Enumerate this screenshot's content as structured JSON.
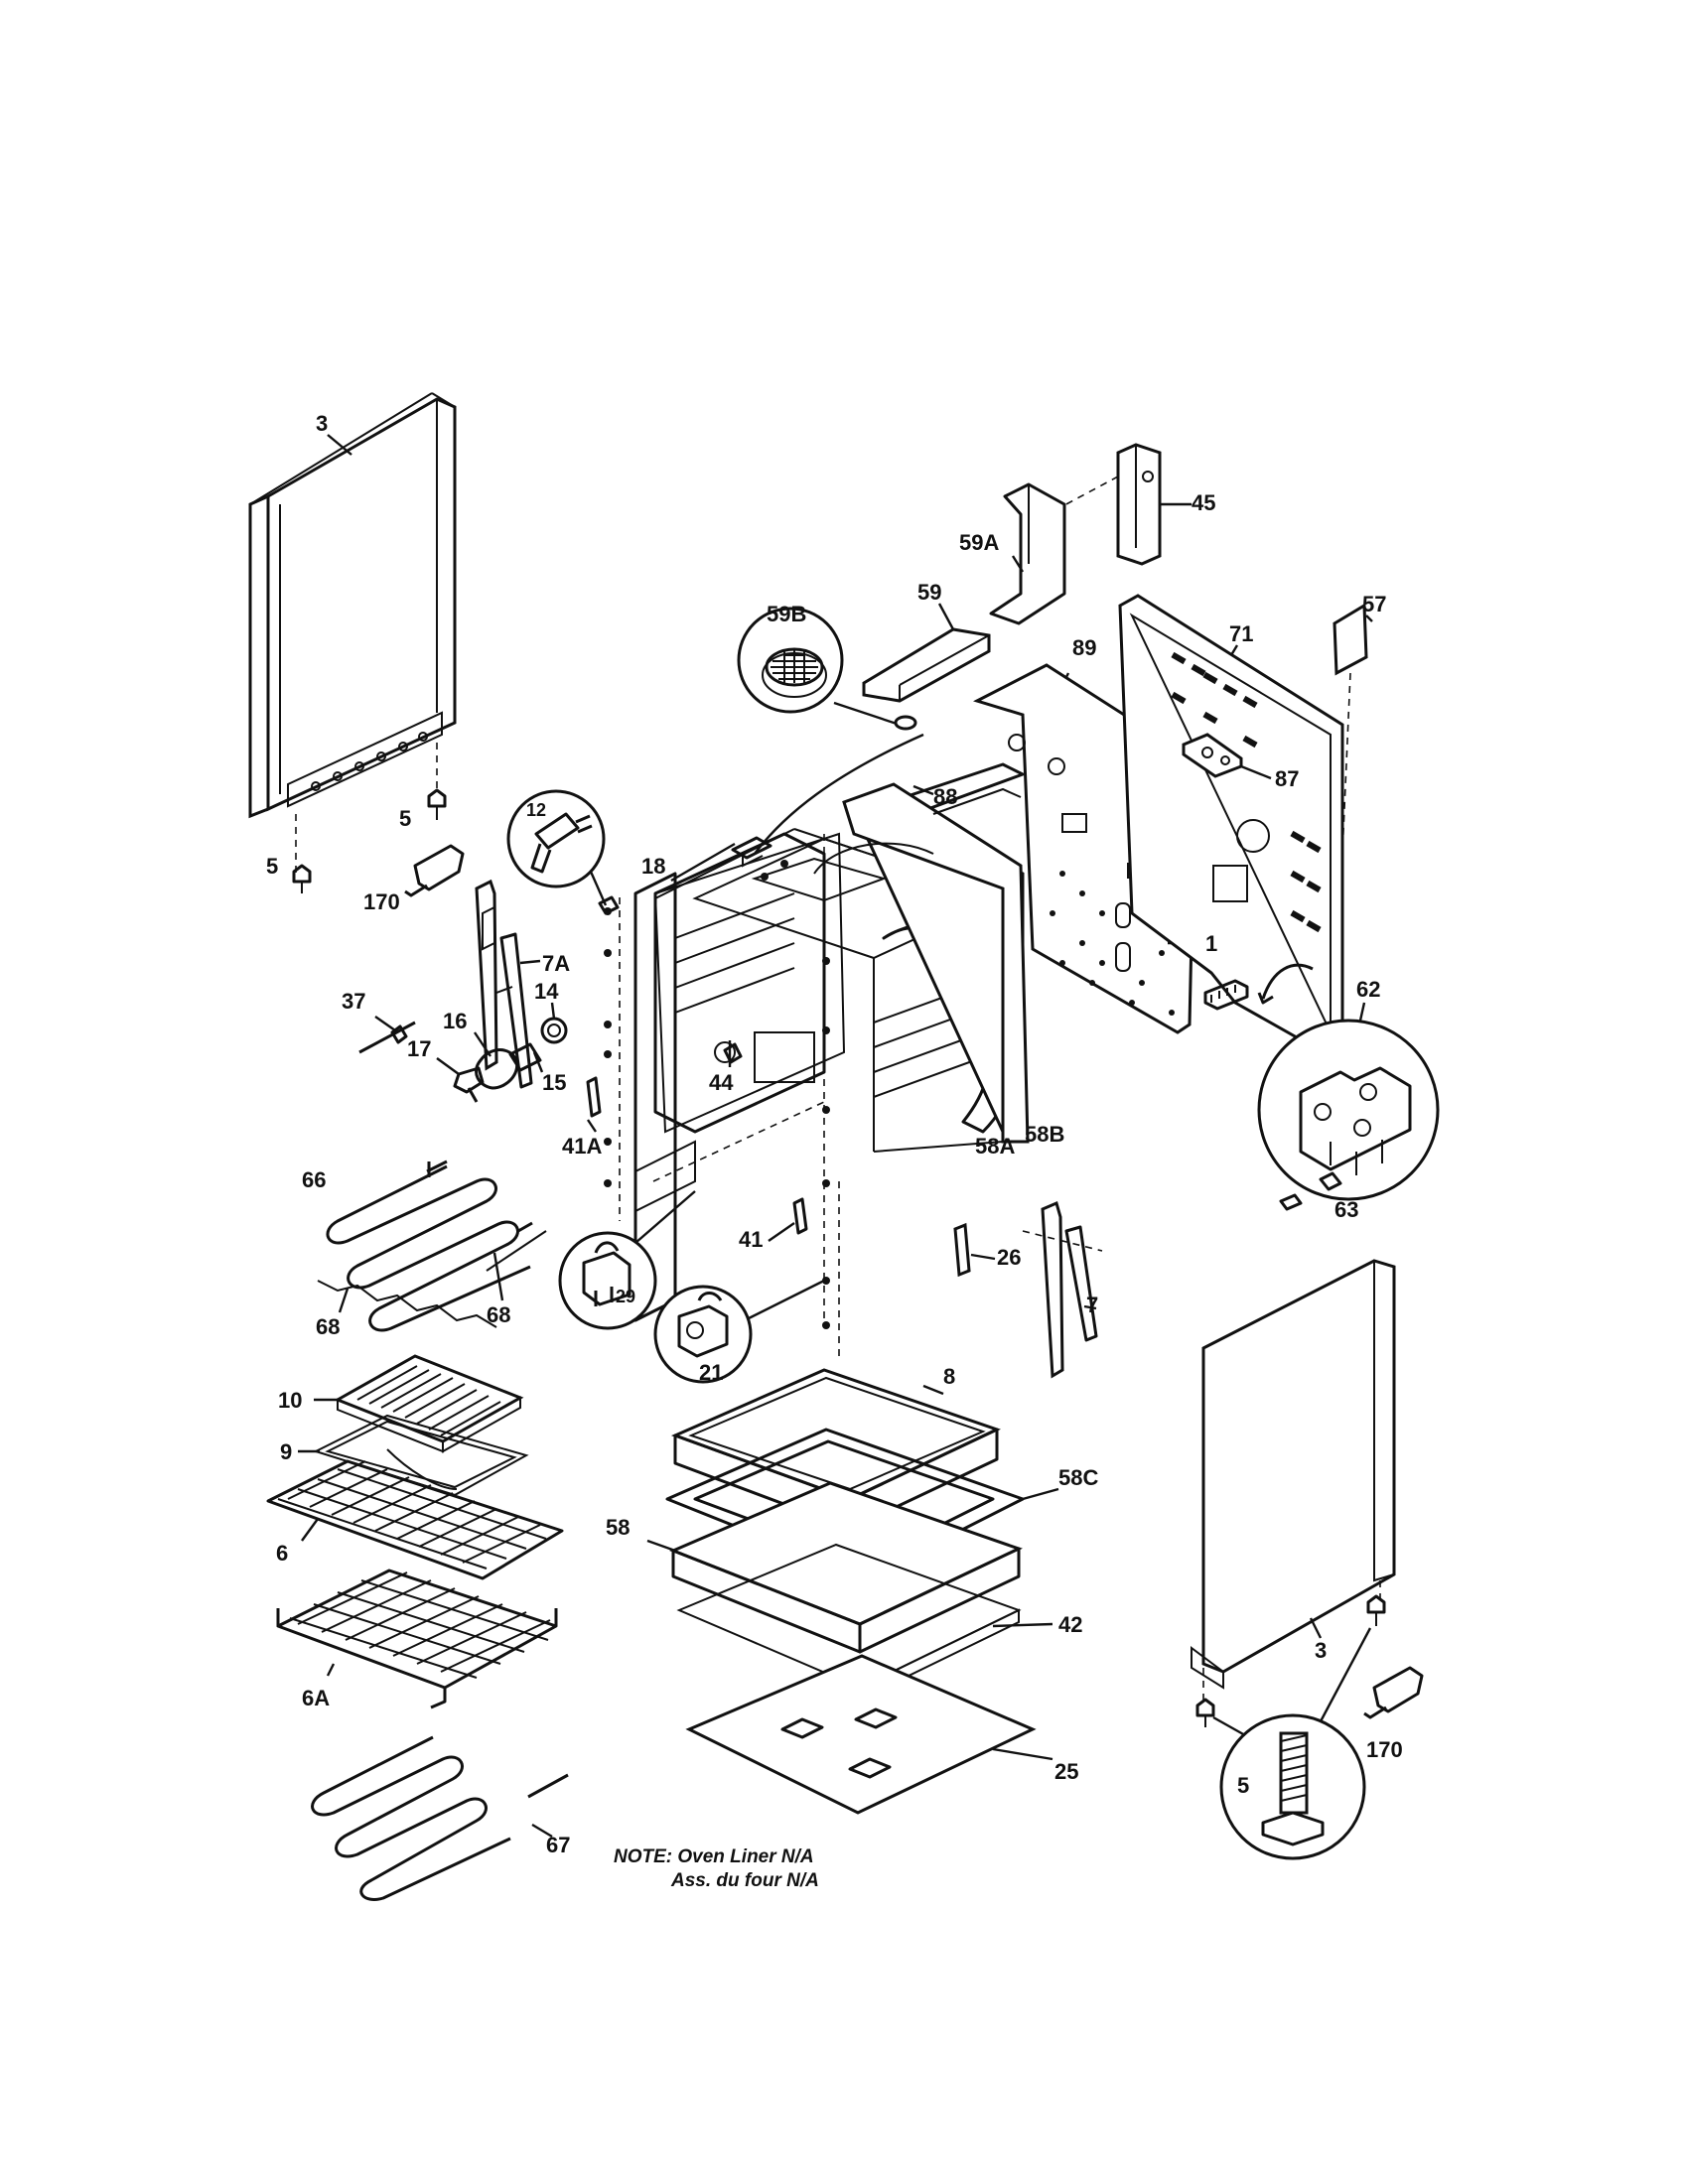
{
  "labels": {
    "p3a": "3",
    "p5a": "5",
    "p5b": "5",
    "p170a": "170",
    "p12": "12",
    "p18": "18",
    "p7A": "7A",
    "p37": "37",
    "p14": "14",
    "p16": "16",
    "p17": "17",
    "p15": "15",
    "p44": "44",
    "p41A": "41A",
    "p66": "66",
    "p68a": "68",
    "p68b": "68",
    "p29": "29",
    "p41": "41",
    "p21": "21",
    "p26": "26",
    "p7": "7",
    "p59B": "59B",
    "p59": "59",
    "p59A": "59A",
    "p45": "45",
    "p89": "89",
    "p88": "88",
    "p71": "71",
    "p57": "57",
    "p87": "87",
    "p1": "1",
    "p58A": "58A",
    "p58B": "58B",
    "p62": "62",
    "p63": "63",
    "p10": "10",
    "p9": "9",
    "p6": "6",
    "p6A": "6A",
    "p67": "67",
    "p8": "8",
    "p58C": "58C",
    "p58": "58",
    "p42": "42",
    "p25": "25",
    "p3b": "3",
    "p5c": "5",
    "p170b": "170"
  },
  "note": {
    "line1": "NOTE: Oven Liner N/A",
    "line2": "Ass. du four N/A"
  }
}
